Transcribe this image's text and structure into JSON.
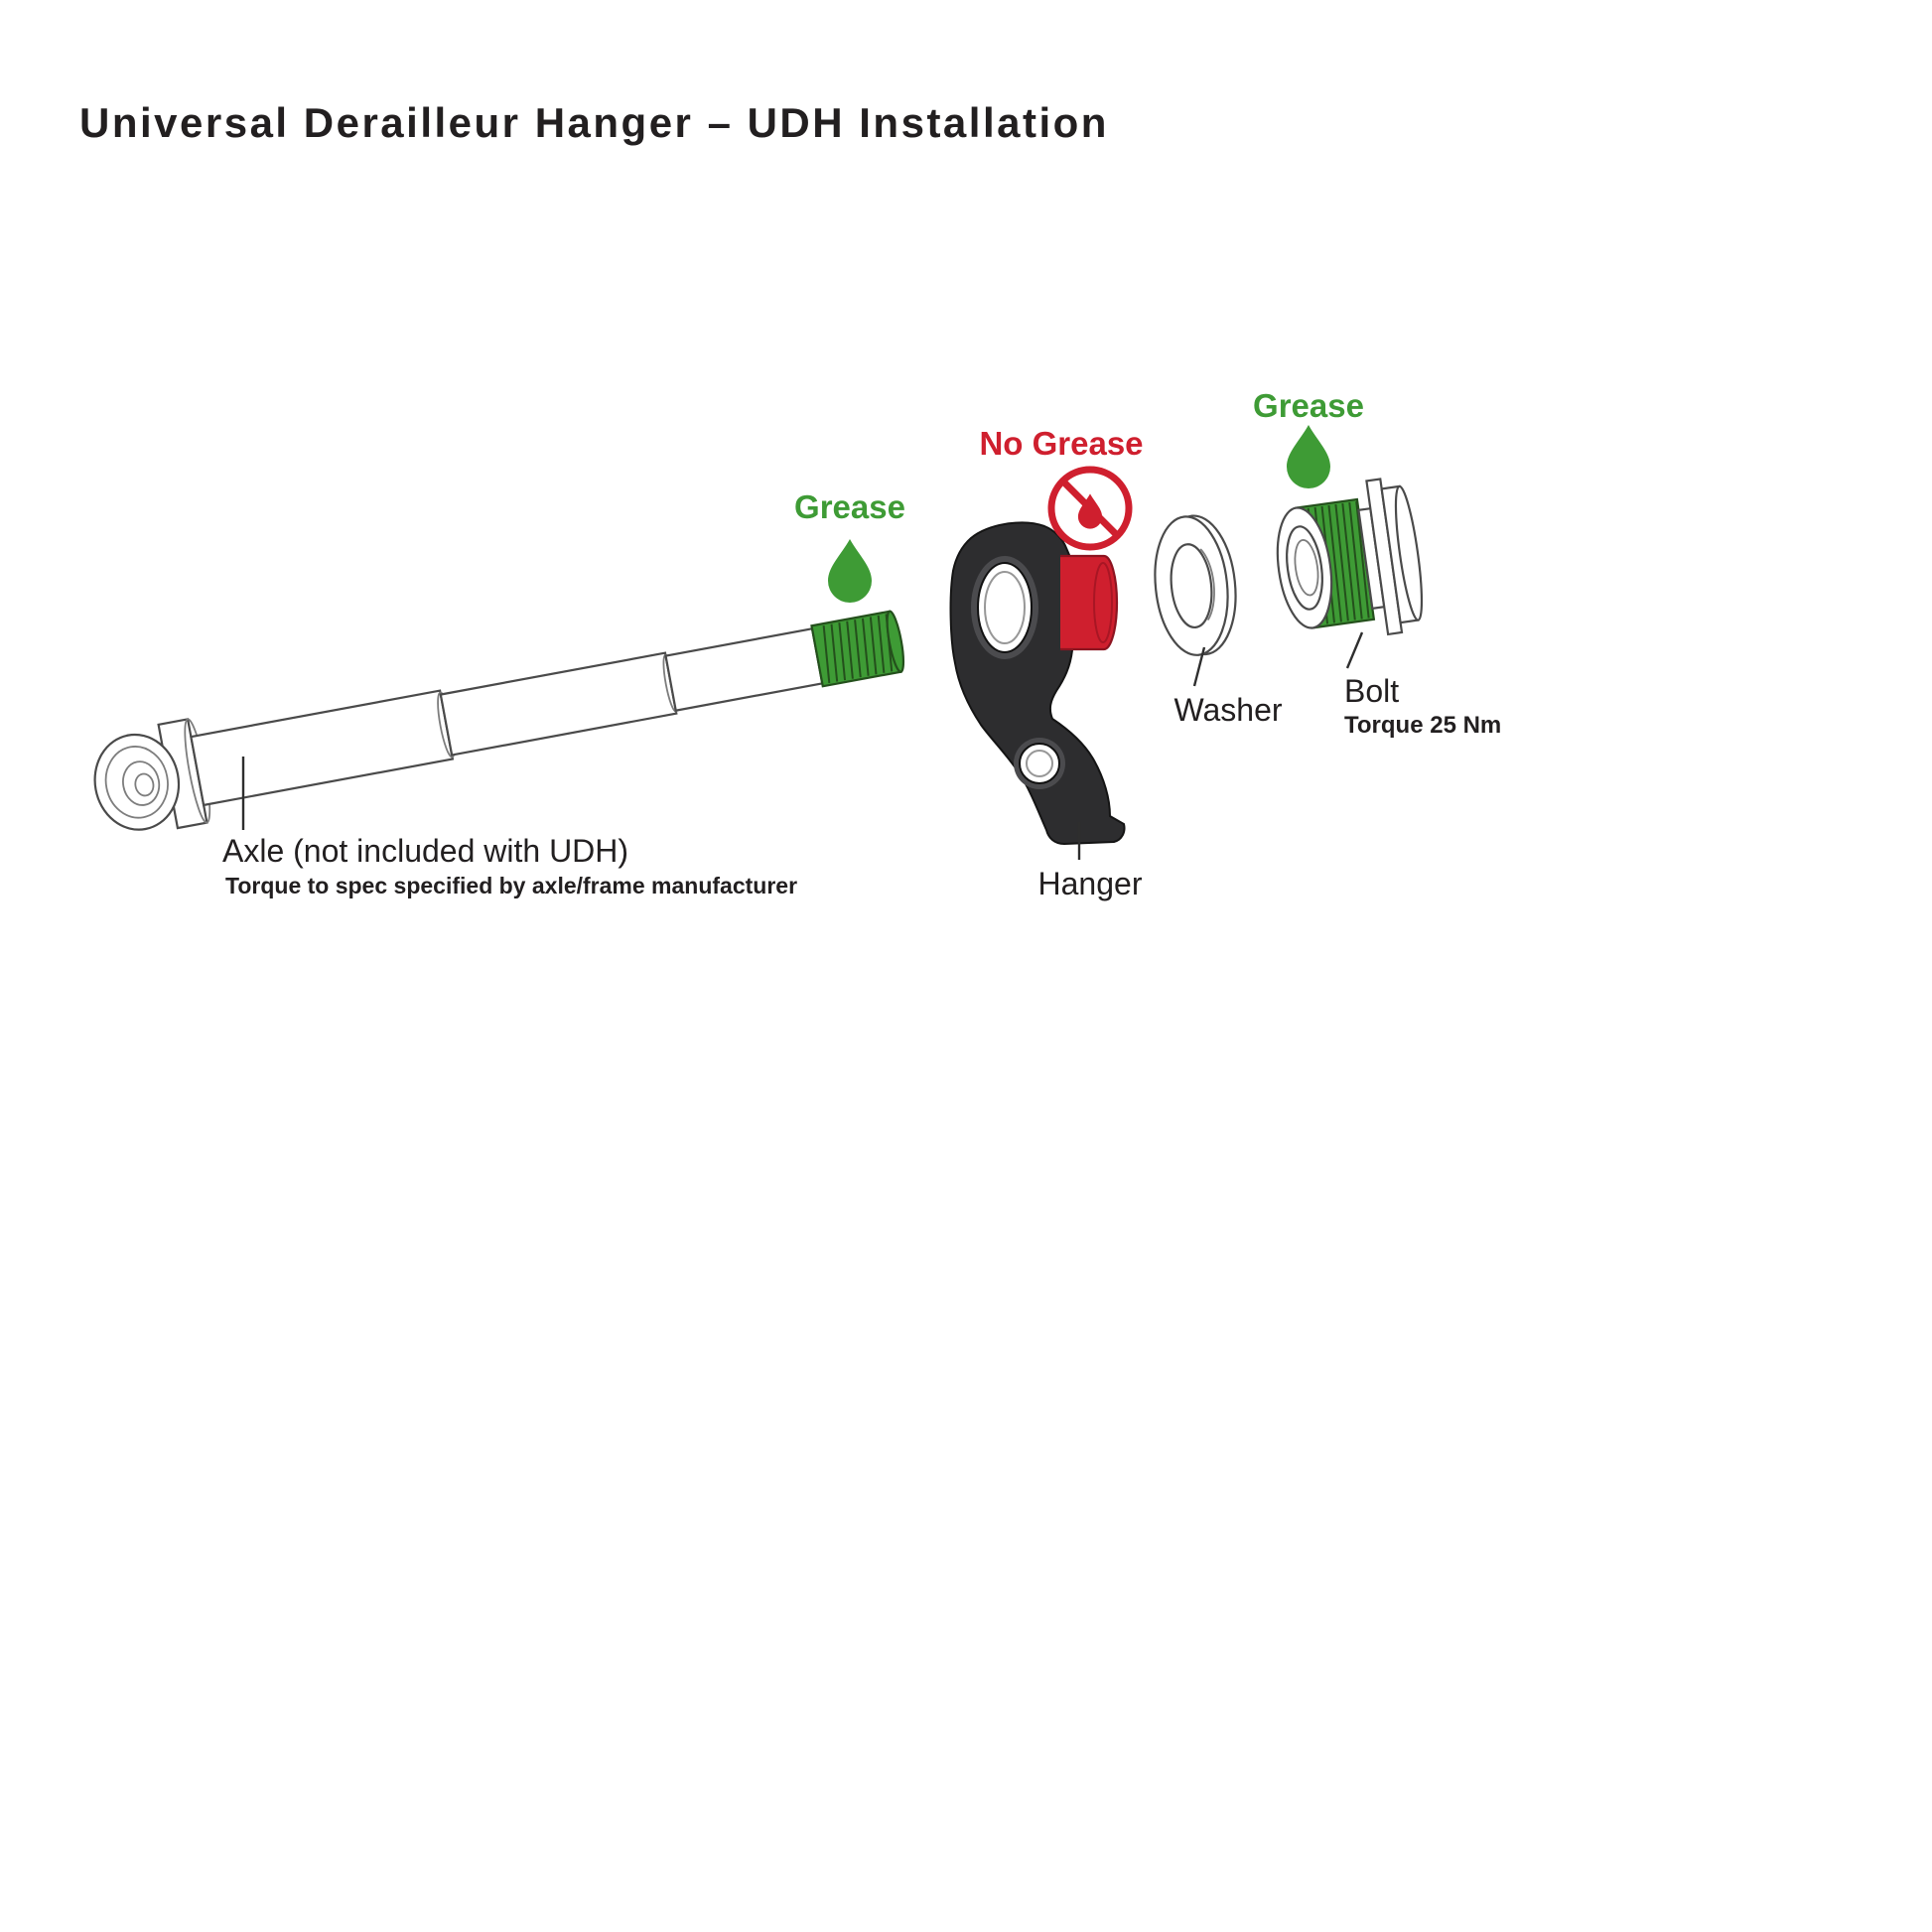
{
  "title": "Universal Derailleur Hanger – UDH Installation",
  "colors": {
    "green": "#3e9b35",
    "red": "#cf1f2e",
    "ink": "#221f20"
  },
  "labels": {
    "grease_axle": "Grease",
    "no_grease": "No Grease",
    "grease_bolt": "Grease",
    "axle": "Axle (not included with UDH)",
    "axle_note": "Torque to spec specified by axle/frame manufacturer",
    "hanger": "Hanger",
    "washer": "Washer",
    "bolt": "Bolt",
    "bolt_note": "Torque 25 Nm"
  },
  "icons": {
    "grease_axle": "grease-droplet-icon",
    "no_grease": "no-grease-icon",
    "grease_bolt": "grease-droplet-icon"
  }
}
